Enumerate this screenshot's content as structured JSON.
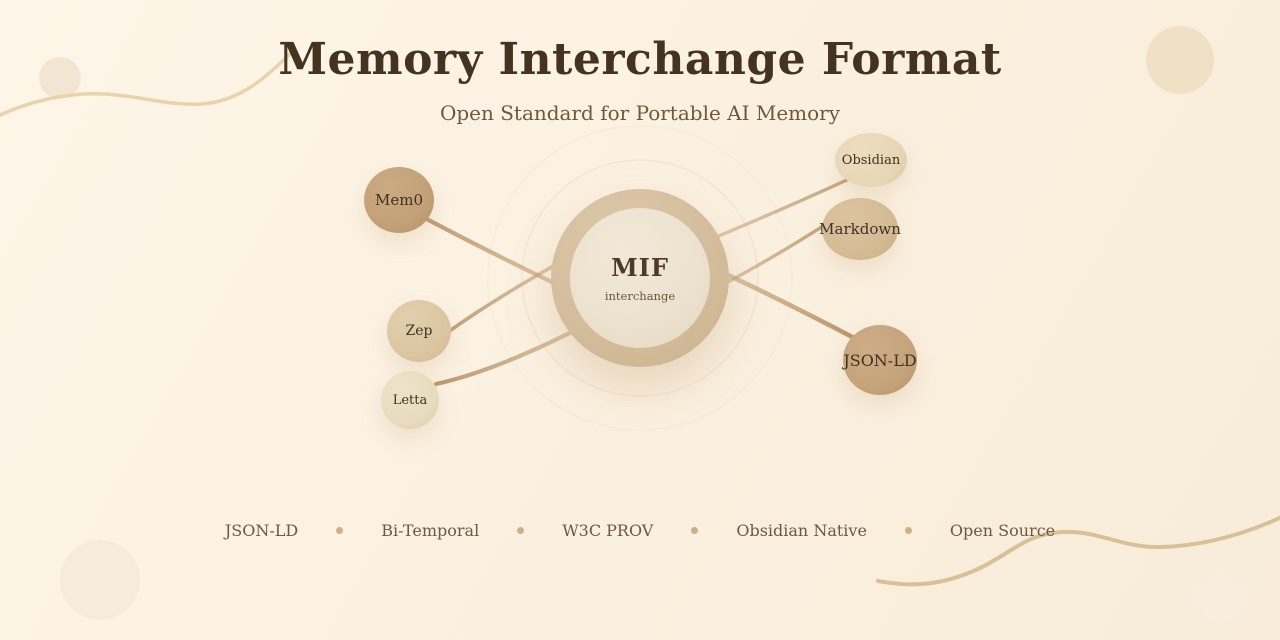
{
  "header": {
    "title": "Memory Interchange Format",
    "subtitle": "Open Standard for Portable AI Memory"
  },
  "hub": {
    "label": "MIF",
    "sublabel": "interchange"
  },
  "nodes": [
    {
      "id": "mem0",
      "label": "Mem0"
    },
    {
      "id": "zep",
      "label": "Zep"
    },
    {
      "id": "letta",
      "label": "Letta"
    },
    {
      "id": "obsidian",
      "label": "Obsidian"
    },
    {
      "id": "markdown",
      "label": "Markdown"
    },
    {
      "id": "json-ld",
      "label": "JSON-LD"
    }
  ],
  "footer": {
    "items": [
      "JSON-LD",
      "Bi-Temporal",
      "W3C PROV",
      "Obsidian Native",
      "Open Source"
    ]
  },
  "colors": {
    "background_cream": "#fbf1e1",
    "hub_ring": "#d4bd9c",
    "hub_core": "#ece2cf",
    "connector_tan": "#bd9a6e",
    "title_ink": "#43331f",
    "subtitle_ink": "#6f583a",
    "footer_ink": "#6d5840",
    "bullet_tan": "#ccb089"
  }
}
